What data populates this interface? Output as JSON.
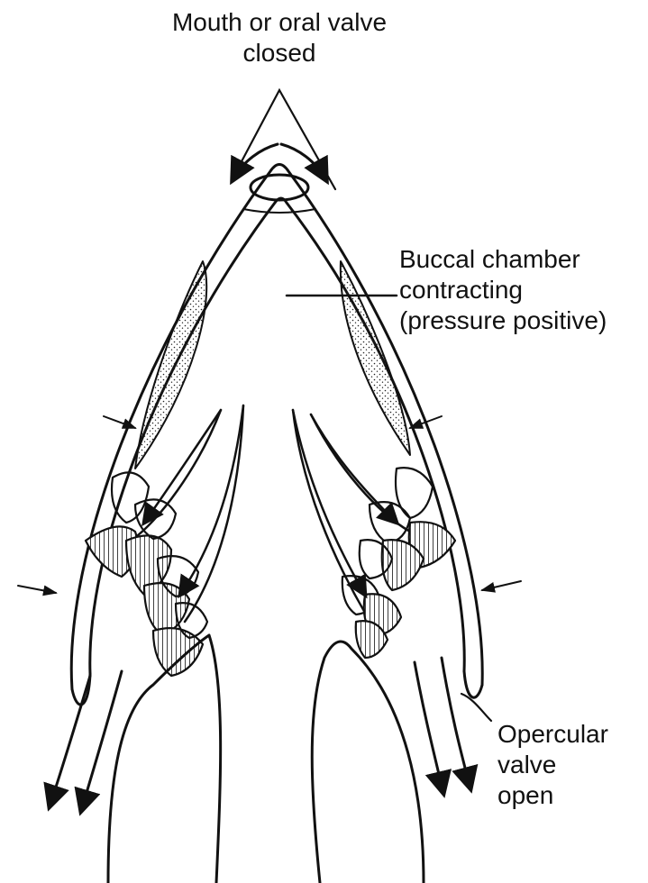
{
  "labels": {
    "mouth_line1": "Mouth or oral valve",
    "mouth_line2": "closed",
    "buccal_line1": "Buccal chamber",
    "buccal_line2": "contracting",
    "buccal_line3": "(pressure positive)",
    "opercular_line1": "Opercular",
    "opercular_line2": "valve",
    "opercular_line3": "open"
  },
  "colors": {
    "ink": "#111111",
    "paper": "#ffffff",
    "stipple": "#222222"
  }
}
